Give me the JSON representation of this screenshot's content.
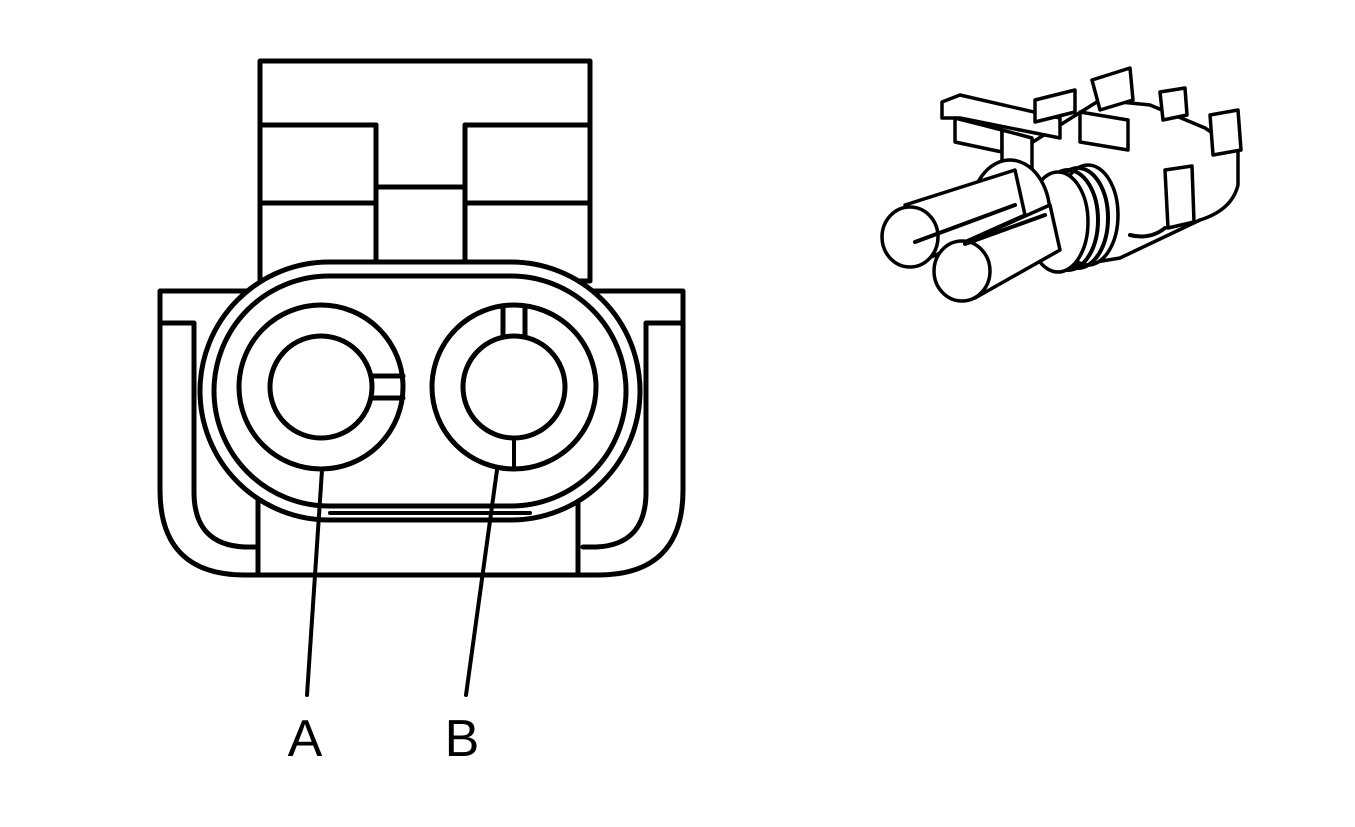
{
  "pins": [
    {
      "id": "pin-a",
      "label": "A"
    },
    {
      "id": "pin-b",
      "label": "B"
    }
  ],
  "colors": {
    "line": "#000000",
    "background": "#ffffff"
  }
}
